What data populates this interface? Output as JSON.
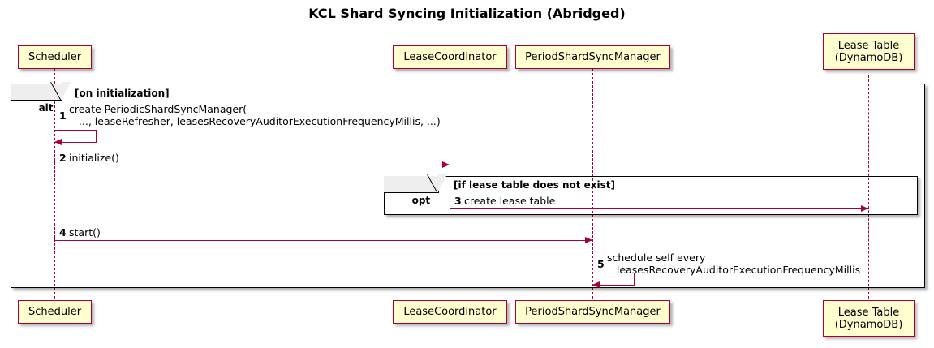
{
  "title": "KCL Shard Syncing Initialization (Abridged)",
  "participants": [
    {
      "id": "scheduler",
      "label": "Scheduler",
      "label2": ""
    },
    {
      "id": "coordinator",
      "label": "LeaseCoordinator",
      "label2": ""
    },
    {
      "id": "syncmanager",
      "label": "PeriodShardSyncManager",
      "label2": ""
    },
    {
      "id": "leasetable",
      "label": "Lease Table",
      "label2": "(DynamoDB)"
    }
  ],
  "fragments": [
    {
      "id": "alt",
      "type": "alt",
      "guard": "[on initialization]"
    },
    {
      "id": "opt",
      "type": "opt",
      "guard": "[if lease table does not exist]"
    }
  ],
  "messages": [
    {
      "num": "1",
      "kind": "self",
      "from": "scheduler",
      "to": "scheduler",
      "line1": "create PeriodicShardSyncManager(",
      "line2": "   ..., leaseRefresher, leasesRecoveryAuditorExecutionFrequencyMillis, ...)"
    },
    {
      "num": "2",
      "kind": "call",
      "from": "scheduler",
      "to": "coordinator",
      "line1": "initialize()",
      "line2": ""
    },
    {
      "num": "3",
      "kind": "call",
      "from": "coordinator",
      "to": "leasetable",
      "line1": "create lease table",
      "line2": ""
    },
    {
      "num": "4",
      "kind": "call",
      "from": "scheduler",
      "to": "syncmanager",
      "line1": "start()",
      "line2": ""
    },
    {
      "num": "5",
      "kind": "self",
      "from": "syncmanager",
      "to": "syncmanager",
      "line1": "schedule self every",
      "line2": "   leasesRecoveryAuditorExecutionFrequencyMillis"
    }
  ],
  "colors": {
    "participant_fill": "#FEFECE",
    "participant_border": "#A80036",
    "arrow": "#A80036",
    "fragment_border": "#000000",
    "fragment_label_fill": "#EEEEEE",
    "background": "#FFFFFF"
  }
}
